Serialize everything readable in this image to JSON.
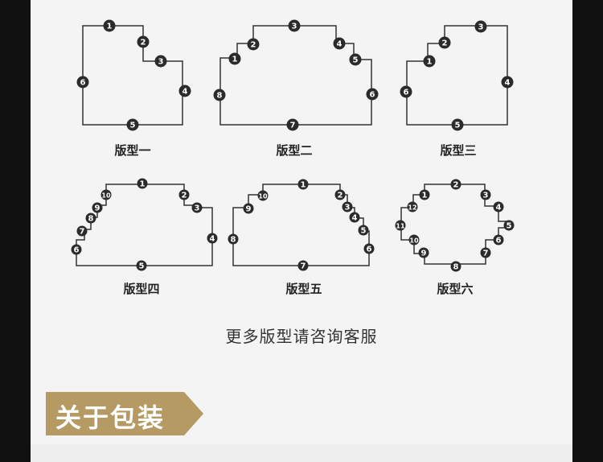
{
  "shapes": [
    {
      "label": "版型一",
      "points": [
        "1",
        "2",
        "3",
        "4",
        "5",
        "6"
      ]
    },
    {
      "label": "版型二",
      "points": [
        "1",
        "2",
        "3",
        "4",
        "5",
        "6",
        "7",
        "8"
      ]
    },
    {
      "label": "版型三",
      "points": [
        "1",
        "2",
        "3",
        "4",
        "5",
        "6"
      ]
    },
    {
      "label": "版型四",
      "points": [
        "1",
        "2",
        "3",
        "4",
        "5",
        "6",
        "7",
        "8",
        "9",
        "10"
      ]
    },
    {
      "label": "版型五",
      "points": [
        "1",
        "2",
        "3",
        "4",
        "5",
        "6",
        "7",
        "8",
        "9",
        "10"
      ]
    },
    {
      "label": "版型六",
      "points": [
        "1",
        "2",
        "3",
        "4",
        "5",
        "6",
        "7",
        "8",
        "9",
        "10",
        "11",
        "12"
      ]
    }
  ],
  "more_text": "更多版型请咨询客服",
  "packaging": {
    "title": "关于包装"
  },
  "colors": {
    "banner": "#b59a63",
    "outline": "#333333",
    "marker": "#2b2b2b",
    "panel": "#f4f4f4",
    "frame": "#111111"
  }
}
